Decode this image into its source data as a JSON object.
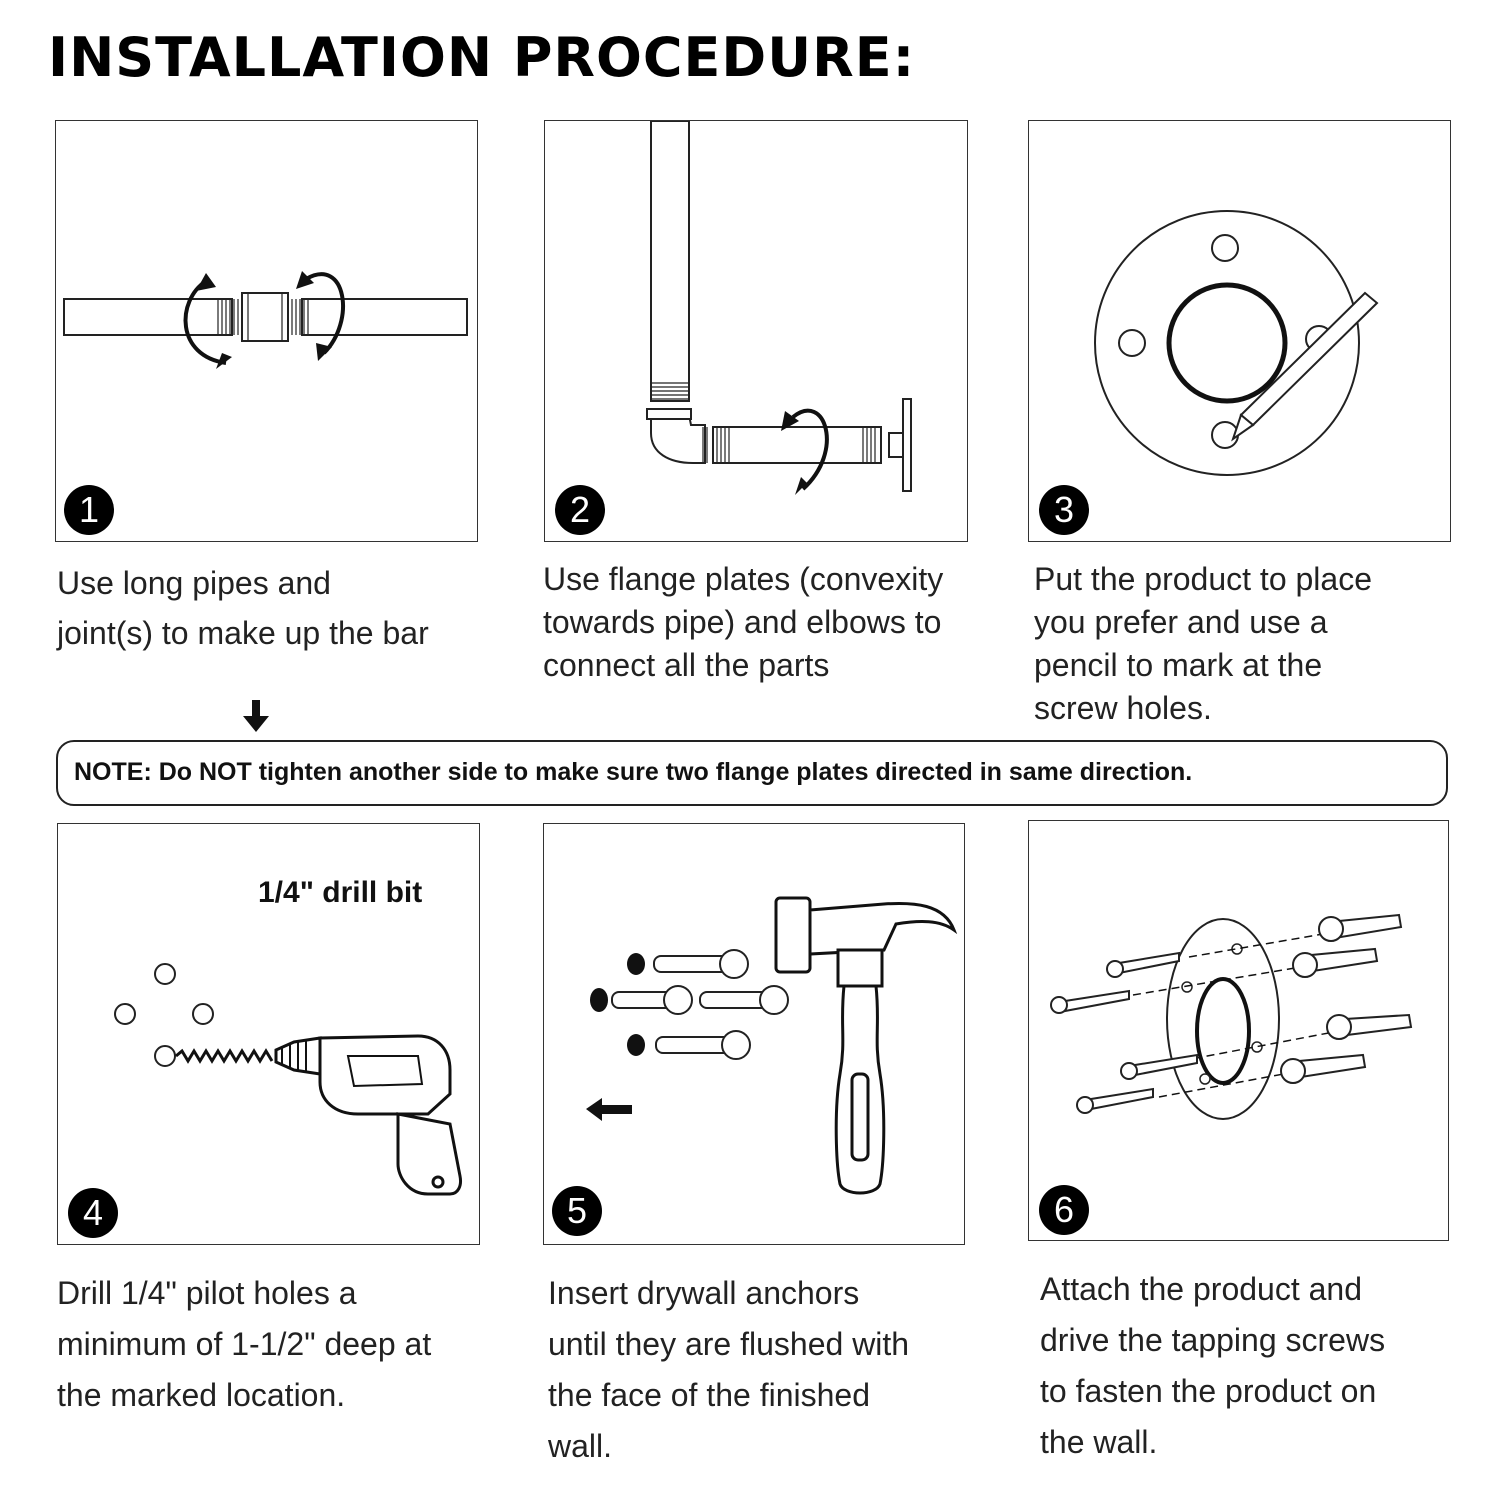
{
  "title": "INSTALLATION PROCEDURE:",
  "steps": [
    {
      "number": "1",
      "caption": "Use long pipes and\njoint(s) to make up the bar",
      "icon": "pipes-joint-icon"
    },
    {
      "number": "2",
      "caption": "Use flange plates (convexity\ntowards pipe) and elbows to\nconnect all the parts",
      "icon": "elbow-flange-icon"
    },
    {
      "number": "3",
      "caption": "Put the product to place\nyou prefer and use a\npencil to mark at the\nscrew holes.",
      "icon": "flange-pencil-icon"
    },
    {
      "number": "4",
      "caption": "Drill 1/4\" pilot holes a\nminimum of 1-1/2\" deep at\nthe marked location.",
      "icon": "drill-icon",
      "label": "1/4\" drill bit"
    },
    {
      "number": "5",
      "caption": "Insert drywall anchors\nuntil they are flushed with\nthe face of the finished\nwall.",
      "icon": "hammer-anchors-icon"
    },
    {
      "number": "6",
      "caption": "Attach the product and\ndrive the tapping screws\nto fasten the product on\nthe wall.",
      "icon": "screws-flange-icon"
    }
  ],
  "note": "NOTE: Do NOT tighten another side to make sure two flange plates directed in same direction."
}
